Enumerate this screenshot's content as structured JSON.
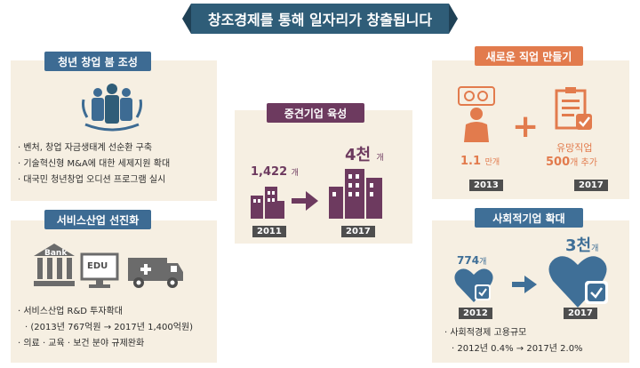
{
  "title": "창조경제를 통해 일자리가 창출됩니다",
  "youth": {
    "tag": "청년 창업 붐 조성",
    "bullets": [
      "벤처, 창업 자금생태계 선순환 구축",
      "기술혁신형 M&A에 대한 세제지원 확대",
      "대국민 청년창업 오디션 프로그램 실시"
    ]
  },
  "service": {
    "tag": "서비스산업 선진화",
    "bank_label": "Bank",
    "edu_label": "EDU",
    "bullets": [
      "서비스산업 R&D 투자확대",
      "(2013년 767억원 → 2017년 1,400억원)",
      "의료 · 교육 · 보건 분야 규제완화"
    ]
  },
  "sme": {
    "tag": "중견기업 육성",
    "before_value": "1,422",
    "before_unit": "개",
    "after_value": "4천",
    "after_unit": "개",
    "year_before": "2011",
    "year_after": "2017"
  },
  "newjobs": {
    "tag": "새로운 직업 만들기",
    "left_value": "1.1",
    "left_unit": "만개",
    "right_label": "유망직업",
    "right_value": "500",
    "right_unit": "개 추가",
    "year_left": "2013",
    "year_right": "2017",
    "plus": "+"
  },
  "social": {
    "tag": "사회적기업 확대",
    "left_value": "774",
    "left_unit": "개",
    "right_value": "3천",
    "right_unit": "개",
    "year_left": "2012",
    "year_right": "2017",
    "caption_1": "사회적경제 고용규모",
    "caption_2": "2012년 0.4% → 2017년 2.0%"
  },
  "colors": {
    "navy": "#2f5d78",
    "orange": "#e27b4d",
    "purple": "#6d3a5f",
    "teal": "#3f6f97",
    "cream": "#f6efe2"
  }
}
